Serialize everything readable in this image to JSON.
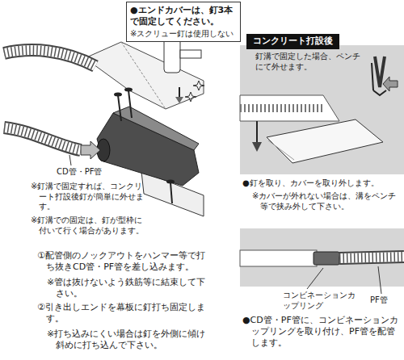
{
  "diagram": {
    "nodes": [
      {
        "text": [
          "●エンドカバーは、釘3本で固定してください。",
          "※スクリュー釘は使用しない"
        ]
      },
      {
        "text": [
          "コンクリート打設後"
        ]
      }
    ],
    "labels": [
      "CD管・PF管",
      "※釘溝で固定すれば、コンクリート打設後釘が簡単に外せます。",
      "※釘溝での固定は、釘が型枠に付いて行く場合があります。",
      "①配管側のノックアウトをハンマー等で打ち抜きCD管・PF管を差し込みます。",
      "※管は抜けないよう鉄筋等に結束して下さい。",
      "②引き出しエンドを幕板に釘打ち固定します。",
      "※打ち込みにくい場合は釘を外側に傾け斜めに打ち込んで下さい。",
      "釘溝で固定した場合、ペンチにて外せます。",
      "●釘を取り、カバーを取り外します。",
      "※カバーが外れない場合は、溝をペンチ等で挟み外して下さい。",
      "コンビネーションカップリング",
      "PF管",
      "●CD管・PF管に、コンビネーションカップリングを取り付け、PF管を配管します。"
    ]
  }
}
